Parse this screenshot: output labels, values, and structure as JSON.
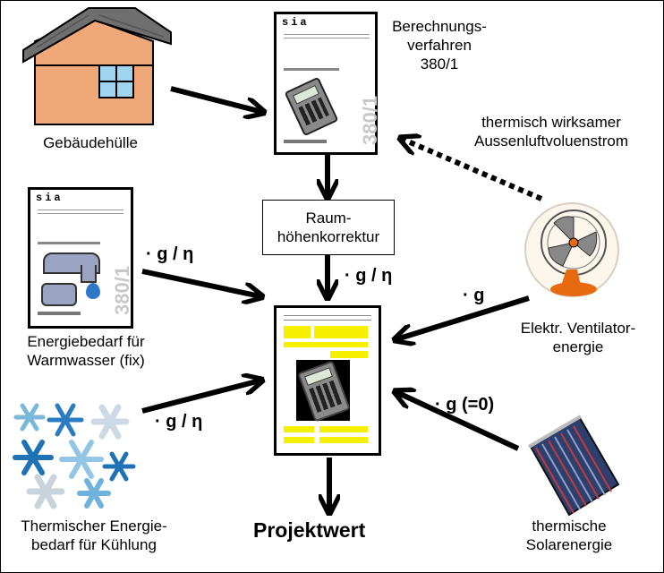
{
  "nodes": {
    "building": "Gebäudehülle",
    "method_line1": "Berechnungs-",
    "method_line2": "verfahren",
    "method_line3": "380/1",
    "airflow_line1": "thermisch wirksamer",
    "airflow_line2": "Aussenluftvoluenstrom",
    "height_line1": "Raum-",
    "height_line2": "höhenkorrektur",
    "hotwater_line1": "Energiebedarf für",
    "hotwater_line2": "Warmwasser (fix)",
    "fan_line1": "Elektr. Ventilator-",
    "fan_line2": "energie",
    "cooling_line1": "Thermischer Energie-",
    "cooling_line2": "bedarf für Kühlung",
    "solar_line1": "thermische",
    "solar_line2": "Solarenergie",
    "result": "Projektwert"
  },
  "factors": {
    "hotwater": "· g / η",
    "height": "· g / η",
    "cooling": "· g / η",
    "fan": "· g",
    "solar": "· g (=0)"
  },
  "documents": {
    "publisher": "sia",
    "number": "380/1"
  },
  "colors": {
    "stroke": "#000000",
    "highlight": "#f5f000",
    "roof": "#6f6f6f",
    "wall": "#f0a878",
    "snowflake": "#1f73b4",
    "fan_base": "#e86a10",
    "solar_panel": "#2c3f6e"
  }
}
